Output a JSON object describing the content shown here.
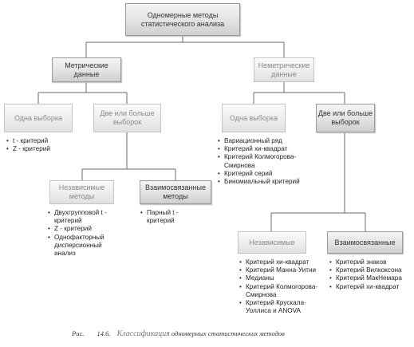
{
  "nodes": {
    "root": [
      "Одномерные методы",
      "статистического анализа"
    ],
    "metric": [
      "Метрические",
      "данные"
    ],
    "nonmetric": [
      "Неметрические",
      "данные"
    ],
    "m_one": [
      "Одна выборка"
    ],
    "m_two": [
      "Две или больше",
      "выборок"
    ],
    "n_one": [
      "Одна выборка"
    ],
    "n_two": [
      "Две или больше",
      "выборок"
    ],
    "m_indep": [
      "Независимые",
      "методы"
    ],
    "m_related": [
      "Взаимосвязанные",
      "методы"
    ],
    "n_indep": [
      "Независимые"
    ],
    "n_related": [
      "Взаимосвязанные"
    ]
  },
  "lists": {
    "m_one": [
      "t - критерий",
      "Z - критерий"
    ],
    "n_one": [
      "Вариационный ряд",
      "Критерий хи-квадрат",
      "Критерий Колмогорова-Смирнова",
      "Критерий серий",
      "Биномиальный  критерий"
    ],
    "m_indep": [
      "Двухгрупповой t - критерий",
      "Z - критерий",
      "Однофакторный дисперсионный анализ"
    ],
    "m_related": [
      "Парный t - критерий"
    ],
    "n_indep": [
      "Критерий хи-квадрат",
      "Критерий Манна-Уитни",
      "Медианы",
      "Критерий Колмогорова-Смирнова",
      "Критерий Крускала-Уоллиса и ANOVA"
    ],
    "n_related": [
      "Критерий знаков",
      "Критерий Вилкоксона",
      "Критерий МакНемара",
      "Критерий хи-квадрат"
    ]
  },
  "caption": {
    "fig": "Рис.",
    "num": "14.6.",
    "accent": "Классификация",
    "text": "одномерных статистических методов"
  }
}
